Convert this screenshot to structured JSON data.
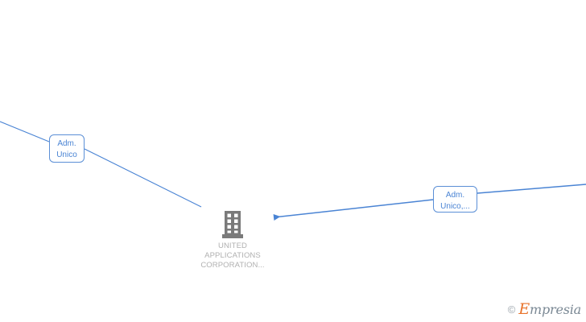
{
  "diagram": {
    "type": "relationship-network-graph",
    "background_color": "#ffffff",
    "edge_color": "#4A84D4",
    "label_border_color": "#5B8FD6",
    "label_text_color": "#4A84D4",
    "node_icon_color": "#7a7a7a",
    "node_caption_color": "#b0b0b0"
  },
  "company_node": {
    "icon": "building-icon",
    "caption": "UNITED\nAPPLICATIONS\nCORPORATION..."
  },
  "role_labels": [
    {
      "id": "role-left",
      "text": "Adm.\nUnico",
      "truncated": false
    },
    {
      "id": "role-right",
      "text": "Adm.\nUnico,...",
      "truncated": true
    }
  ],
  "edges": [
    {
      "id": "edge-topleft-to-role-left",
      "from": "canvas-left-edge",
      "to": "role-left",
      "arrow": false
    },
    {
      "id": "edge-role-left-to-company",
      "from": "role-left",
      "to": "company-node",
      "arrow": false
    },
    {
      "id": "edge-role-right-to-company",
      "from": "role-right",
      "to": "company-node",
      "arrow": true
    },
    {
      "id": "edge-role-right-to-rightedge",
      "from": "role-right",
      "to": "canvas-right-edge",
      "arrow": false
    }
  ],
  "watermark": {
    "copyright_symbol": "©",
    "brand_initial": "E",
    "brand_rest": "mpresia"
  }
}
